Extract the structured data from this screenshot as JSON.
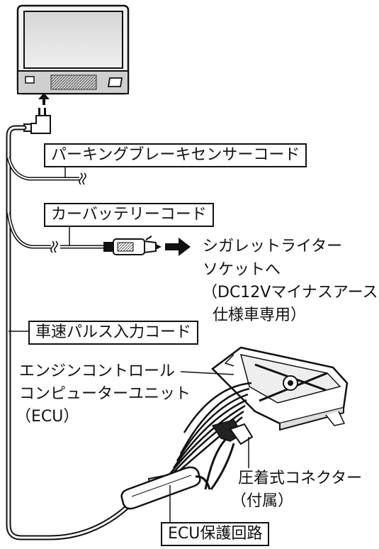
{
  "labels": {
    "parking_brake": "パーキングブレーキセンサーコード",
    "battery": "カーバッテリーコード",
    "speed_pulse": "車速パルス入力コード",
    "ecu_protection": "ECU保護回路"
  },
  "notes": {
    "cigarette_line1": "シガレットライター",
    "cigarette_line2": "ソケットへ",
    "cigarette_line3": "（DC12Vマイナスアース",
    "cigarette_line4": "仕様車専用）",
    "engine_line1": "エンジンコントロール",
    "engine_line2": "コンピューターユニット",
    "engine_line3": "（ECU）",
    "connector_line1": "圧着式コネクター",
    "connector_line2": "（付属）"
  }
}
